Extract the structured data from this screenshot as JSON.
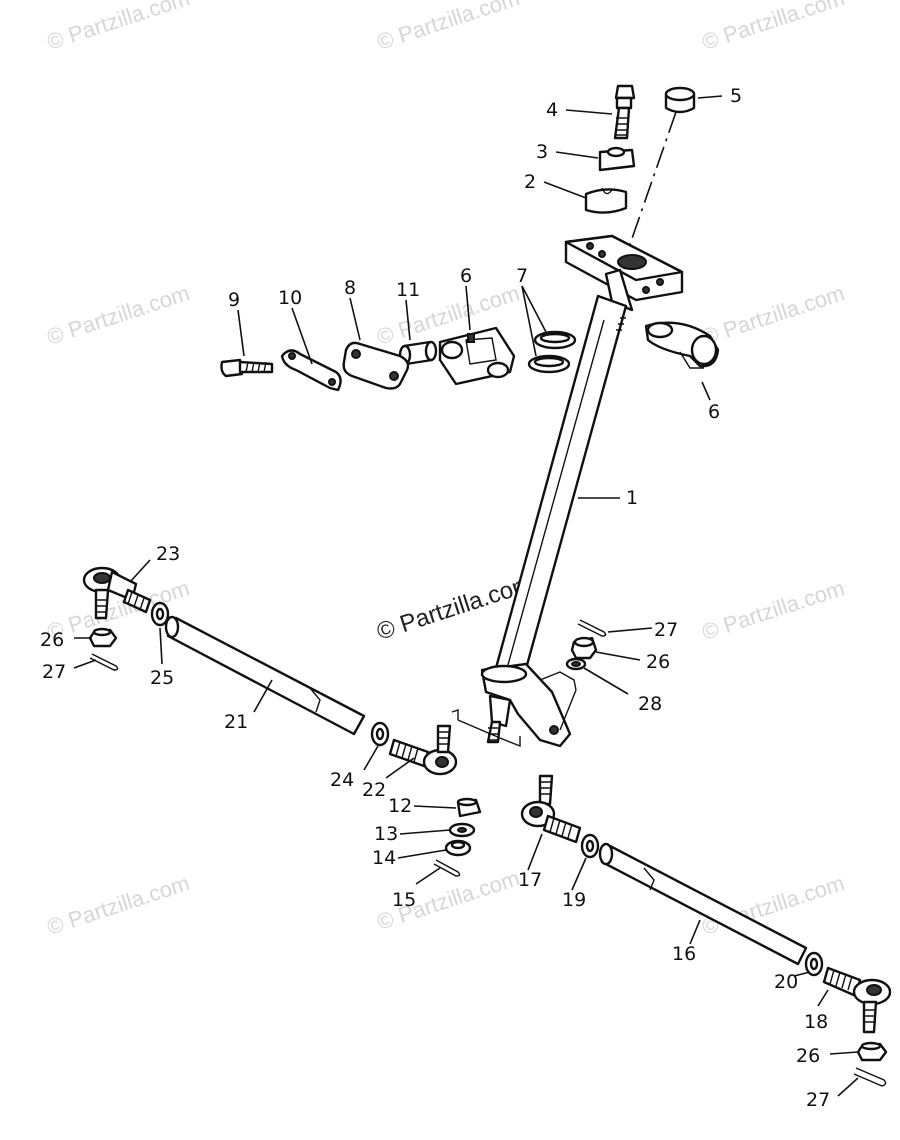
{
  "watermark": {
    "text": "© Partzilla.com",
    "center_text": "© Partzilla.com"
  },
  "callouts": {
    "c1": "1",
    "c2": "2",
    "c3": "3",
    "c4": "4",
    "c5": "5",
    "c6a": "6",
    "c6b": "6",
    "c7": "7",
    "c8": "8",
    "c9": "9",
    "c10": "10",
    "c11": "11",
    "c12": "12",
    "c13": "13",
    "c14": "14",
    "c15": "15",
    "c16": "16",
    "c17": "17",
    "c18": "18",
    "c19": "19",
    "c20": "20",
    "c21": "21",
    "c22": "22",
    "c23": "23",
    "c24": "24",
    "c25": "25",
    "c26a": "26",
    "c26b": "26",
    "c26c": "26",
    "c27a": "27",
    "c27b": "27",
    "c27c": "27",
    "c28": "28"
  }
}
